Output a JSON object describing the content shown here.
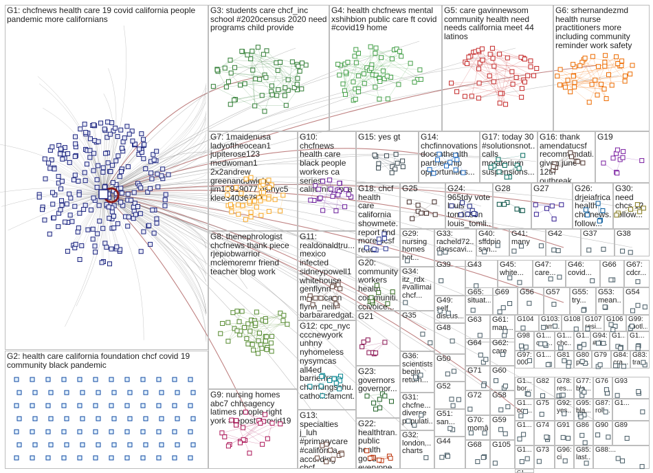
{
  "graph": {
    "title": "",
    "groups": [
      {
        "id": "G1",
        "label": "G1: chcfnews health care 19 covid california people pandemic more californians",
        "hub_color": "#cc0000"
      },
      {
        "id": "G2",
        "label": "G2: health care california foundation chcf covid 19 community black pandemic"
      },
      {
        "id": "G3",
        "label": "G3: students care chcf_inc school #2020census 2020 need programs child provide",
        "hub_color": "#e53935"
      },
      {
        "id": "G4",
        "label": "G4: health chcfnews mental xshihbion public care ft covid #covid19 home"
      },
      {
        "id": "G5",
        "label": "G5: care gavinnewsom community health need needs california meet 44 latinos",
        "hub_color": "#b71c1c"
      },
      {
        "id": "G6",
        "label": "G6: srhernandezmd health nurse practitioners more including community reminder work safety",
        "hub_color": "#f57c00"
      },
      {
        "id": "G7",
        "label": "G7: 1maidenusa ladyoftheocean1 jupiterose123 medwoman1 2x2andrew greenanddwight jim16919077 psfnyc5 klee34036780"
      },
      {
        "id": "G8",
        "label": "G8: thenephrologist chcfnews thank piece rjepiobwarrior mclemoremr friend teacher blog work"
      },
      {
        "id": "G9",
        "label": "G9: nursing homes abc7 chhsagency latimes people right york #repost #covid19"
      },
      {
        "id": "G10",
        "label": "G10: chcfnews health care black people workers ca series california cpca"
      },
      {
        "id": "G11",
        "label": "G11: realdonaldtru... mexico infected sidneypowell1 whitehouse genflynn molmccann flynn_neill barbararedgat..."
      },
      {
        "id": "G12",
        "label": "G12: cpc_nyc cccnewyork unhny nyhomeless nysymcas all4ed barrierfreel chemungschu... catholicfamcnt..."
      },
      {
        "id": "G13",
        "label": "G13: specialties j_luh #primarycare #california according chcf..."
      },
      {
        "id": "G14",
        "label": "G14: chcfinnovations docenthealth partnership opportunities..."
      },
      {
        "id": "G15",
        "label": "G15: yes gt"
      },
      {
        "id": "G16",
        "label": "G16: thank amendatucsf recommendati... given june 12th outbreak..."
      },
      {
        "id": "G17",
        "label": "G17: today 30 #solutionsnot... calls moratorium suspensions..."
      },
      {
        "id": "G18",
        "label": "G18: chcf health care california showmete... report find more ucsf read"
      },
      {
        "id": "G19",
        "label": "G19"
      },
      {
        "id": "G20",
        "label": "G20: community workers health communiti... ccivoice..."
      },
      {
        "id": "G21",
        "label": "G21"
      },
      {
        "id": "G22",
        "label": "G22: healthtran... public health good everyone..."
      },
      {
        "id": "G23",
        "label": "G23: governors governor..."
      },
      {
        "id": "G24",
        "label": "G24: 965tdy vote louis tomlinson louis_tomli..."
      },
      {
        "id": "G25",
        "label": "G25"
      },
      {
        "id": "G26",
        "label": "G26: drjeiafrica health chcfnews... follow..."
      },
      {
        "id": "G27",
        "label": "G27"
      },
      {
        "id": "G28",
        "label": "G28"
      },
      {
        "id": "G29",
        "label": "G29: nursing homes hot..."
      },
      {
        "id": "G30",
        "label": "G30: need chcs 12 follow..."
      },
      {
        "id": "G31",
        "label": "G31: chcfne... diverse populati..."
      },
      {
        "id": "G32",
        "label": "G32: london... charts"
      },
      {
        "id": "G33",
        "label": "G33: racheld72... danscavi..."
      },
      {
        "id": "G34",
        "label": "G34: itz_rdx #vallimai chcf..."
      },
      {
        "id": "G35",
        "label": "G35"
      },
      {
        "id": "G36",
        "label": "G36: scientists begin return..."
      },
      {
        "id": "G37",
        "label": "G37"
      },
      {
        "id": "G38",
        "label": "G38"
      },
      {
        "id": "G39",
        "label": "G39"
      },
      {
        "id": "G40",
        "label": "G40: sffdpio san..."
      },
      {
        "id": "G41",
        "label": "G41: many"
      },
      {
        "id": "G42",
        "label": "G42"
      },
      {
        "id": "G43",
        "label": "G43"
      },
      {
        "id": "G44",
        "label": "G44"
      },
      {
        "id": "G45",
        "label": "G45: white..."
      },
      {
        "id": "G46",
        "label": "G46: covid..."
      },
      {
        "id": "G47",
        "label": "G47: care..."
      },
      {
        "id": "G48",
        "label": "G48"
      },
      {
        "id": "G49",
        "label": "G49: self discus..."
      },
      {
        "id": "G50",
        "label": "G50"
      },
      {
        "id": "G51",
        "label": "G51: san..."
      },
      {
        "id": "G52",
        "label": "G52"
      },
      {
        "id": "G53",
        "label": "G53: mean..."
      },
      {
        "id": "G54",
        "label": "G54"
      },
      {
        "id": "G55",
        "label": "G55: try..."
      },
      {
        "id": "G56",
        "label": "G56"
      },
      {
        "id": "G57",
        "label": "G57"
      },
      {
        "id": "G58",
        "label": "G58"
      },
      {
        "id": "G59",
        "label": "G59"
      },
      {
        "id": "G60",
        "label": "G60"
      },
      {
        "id": "G61",
        "label": "G61: man..."
      },
      {
        "id": "G62",
        "label": "G62: care"
      },
      {
        "id": "G63",
        "label": "G63"
      },
      {
        "id": "G64",
        "label": "G64"
      },
      {
        "id": "G65",
        "label": "G65: situat..."
      },
      {
        "id": "G66",
        "label": "G66"
      },
      {
        "id": "G67",
        "label": "G67: cdcr..."
      },
      {
        "id": "G68",
        "label": "G68"
      },
      {
        "id": "G69",
        "label": "G69"
      },
      {
        "id": "G70",
        "label": "G70: momâ"
      },
      {
        "id": "G71",
        "label": "G71"
      },
      {
        "id": "G72",
        "label": "G72"
      },
      {
        "id": "G73",
        "label": "G73"
      },
      {
        "id": "G74",
        "label": "G74"
      },
      {
        "id": "G75",
        "label": "G75"
      },
      {
        "id": "G76",
        "label": "G76"
      },
      {
        "id": "G77",
        "label": "G77: bla..."
      },
      {
        "id": "G78",
        "label": "G78: res..."
      },
      {
        "id": "G79",
        "label": "G79"
      },
      {
        "id": "G80",
        "label": "G80: pon..."
      },
      {
        "id": "G81",
        "label": "G81"
      },
      {
        "id": "G82",
        "label": "G82"
      },
      {
        "id": "G83",
        "label": "G83: tra..."
      },
      {
        "id": "G84",
        "label": "G84: cra..."
      },
      {
        "id": "G85",
        "label": "G85: last..."
      },
      {
        "id": "G86",
        "label": "G86"
      },
      {
        "id": "G87",
        "label": "G87: roll..."
      },
      {
        "id": "G88",
        "label": "G88:..."
      },
      {
        "id": "G89",
        "label": "G89"
      },
      {
        "id": "G90",
        "label": "G90"
      },
      {
        "id": "G91",
        "label": "G91"
      },
      {
        "id": "G92",
        "label": "G92: yes..."
      },
      {
        "id": "G93",
        "label": "G93"
      },
      {
        "id": "G94",
        "label": "G94: #dir..."
      },
      {
        "id": "G95",
        "label": "G95: bla..."
      },
      {
        "id": "G96",
        "label": "G96: ci"
      },
      {
        "id": "G97",
        "label": "G97: 000"
      },
      {
        "id": "G98",
        "label": "G98"
      },
      {
        "id": "G99",
        "label": "G99: spotl..."
      },
      {
        "id": "G1xa",
        "label": "G1... cos..."
      },
      {
        "id": "G1xb",
        "label": "G1... chc..."
      },
      {
        "id": "G1xc",
        "label": "G1... bor..."
      },
      {
        "id": "G1xd",
        "label": "G1... cov..."
      },
      {
        "id": "G1xe",
        "label": "G1..."
      },
      {
        "id": "G1xf",
        "label": "G1..."
      },
      {
        "id": "G1xg",
        "label": "G1..."
      },
      {
        "id": "G1xh",
        "label": "G1..."
      },
      {
        "id": "G1xi",
        "label": "G1..."
      },
      {
        "id": "G1xj",
        "label": "G1..."
      },
      {
        "id": "G1xk",
        "label": "G1..."
      },
      {
        "id": "G1xl",
        "label": "G1..."
      },
      {
        "id": "G103",
        "label": "G103: vam..."
      },
      {
        "id": "G104",
        "label": "G104"
      },
      {
        "id": "G105",
        "label": "G105"
      },
      {
        "id": "G106",
        "label": "G106"
      },
      {
        "id": "G107",
        "label": "G107: resi..."
      },
      {
        "id": "G108",
        "label": "G108"
      }
    ],
    "colors": {
      "edge": "#8c8c8c",
      "hub_edge": "#8b1a1a",
      "g3_nodes": "#2e7d32",
      "g4_nodes": "#43a047",
      "g5_nodes": "#c62828",
      "g6_nodes": "#ef6c00",
      "g7_nodes": "#f9a825",
      "g1_nodes": "#1a237e"
    }
  }
}
